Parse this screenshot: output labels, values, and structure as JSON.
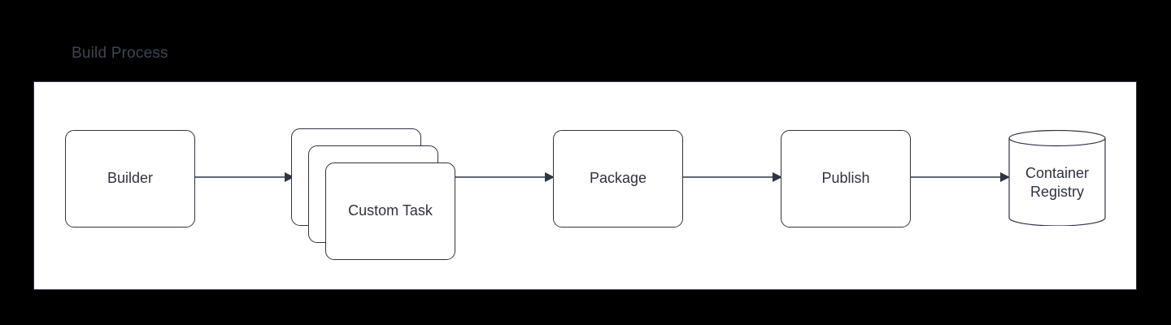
{
  "diagram": {
    "title": "Build Process",
    "colors": {
      "background": "#000000",
      "surface": "#ffffff",
      "stroke": "#2f3542",
      "text": "#2d3340",
      "title_text": "#3c4453"
    },
    "nodes": [
      {
        "id": "builder",
        "label": "Builder",
        "shape": "rounded-rect"
      },
      {
        "id": "custom-task",
        "label": "Custom Task",
        "shape": "stacked-rounded-rect",
        "stack_count": 3
      },
      {
        "id": "package",
        "label": "Package",
        "shape": "rounded-rect"
      },
      {
        "id": "publish",
        "label": "Publish",
        "shape": "rounded-rect"
      },
      {
        "id": "container-registry",
        "label": "Container\nRegistry",
        "label_line1": "Container",
        "label_line2": "Registry",
        "shape": "cylinder"
      }
    ],
    "edges": [
      {
        "from": "builder",
        "to": "custom-task",
        "arrow": "arrow-right-icon"
      },
      {
        "from": "custom-task",
        "to": "package",
        "arrow": "arrow-right-icon"
      },
      {
        "from": "package",
        "to": "publish",
        "arrow": "arrow-right-icon"
      },
      {
        "from": "publish",
        "to": "container-registry",
        "arrow": "arrow-right-icon"
      }
    ]
  }
}
